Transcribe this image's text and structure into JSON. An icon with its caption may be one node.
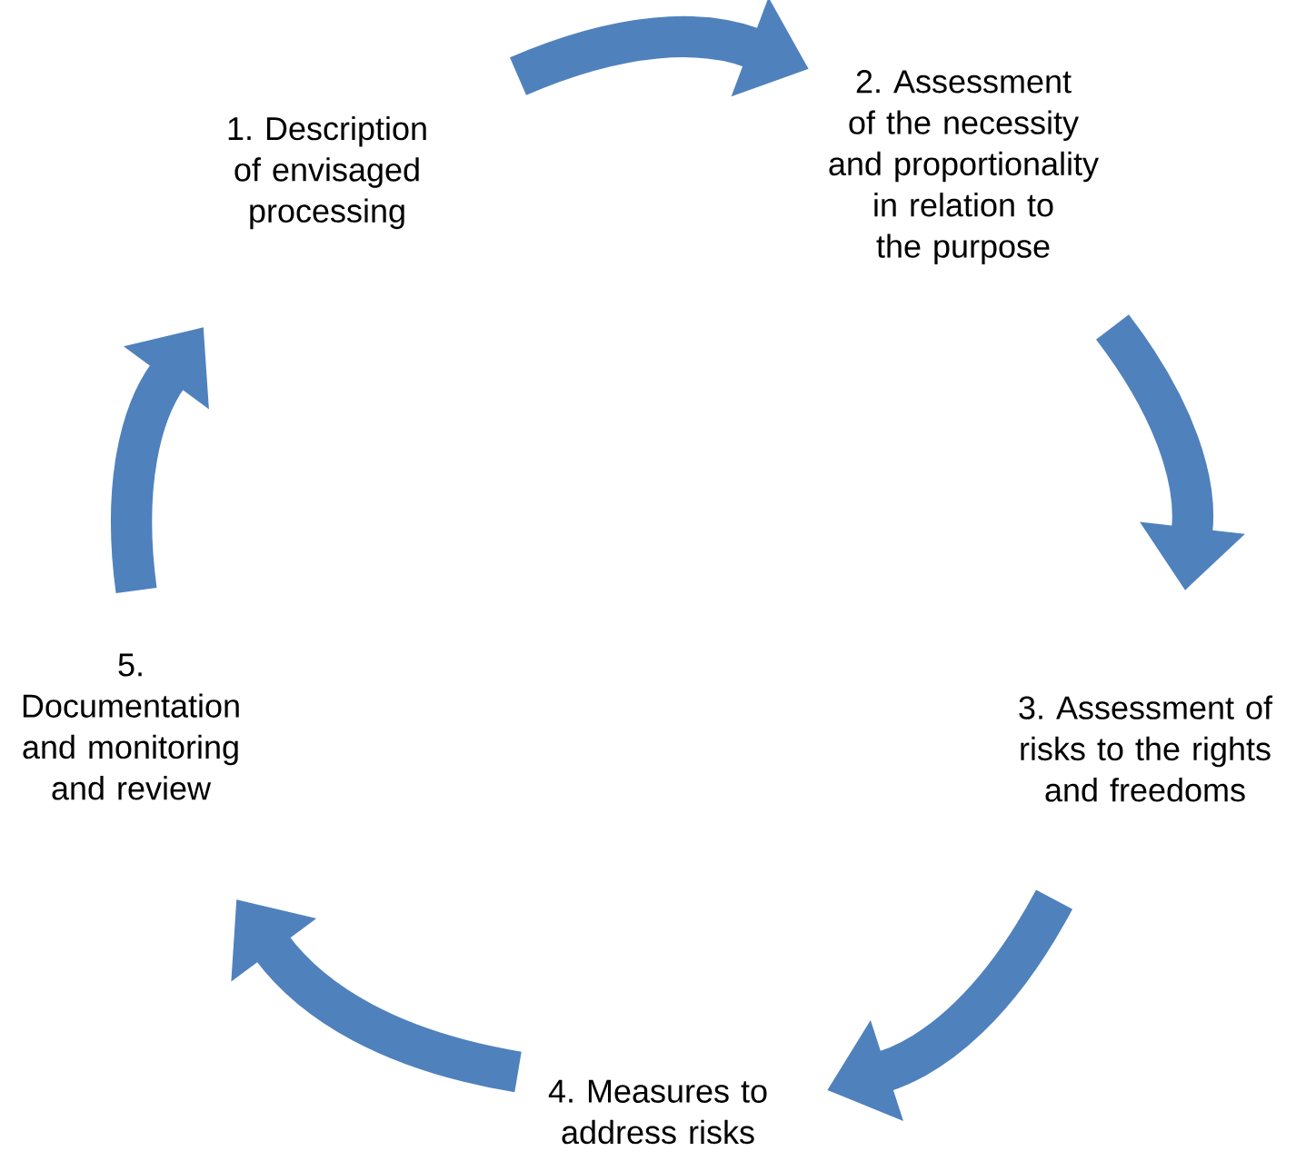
{
  "diagram": {
    "nodes": [
      {
        "text": [
          "1. Description of envisaged processing"
        ]
      },
      {
        "text": [
          "2. Assessment of the necessity and proportionality in relation to the purpose"
        ]
      },
      {
        "text": [
          "3. Assessment of risks to the rights and freedoms"
        ]
      },
      {
        "text": [
          "4. Measures to address risks"
        ]
      },
      {
        "text": [
          "5. Documentation and monitoring and review"
        ]
      }
    ],
    "edges": [
      {
        "from": 0,
        "to": 1,
        "arrow": "to"
      },
      {
        "from": 1,
        "to": 2,
        "arrow": "to"
      },
      {
        "from": 2,
        "to": 3,
        "arrow": "to"
      },
      {
        "from": 3,
        "to": 4,
        "arrow": "to"
      },
      {
        "from": 4,
        "to": 0,
        "arrow": "to"
      }
    ]
  }
}
